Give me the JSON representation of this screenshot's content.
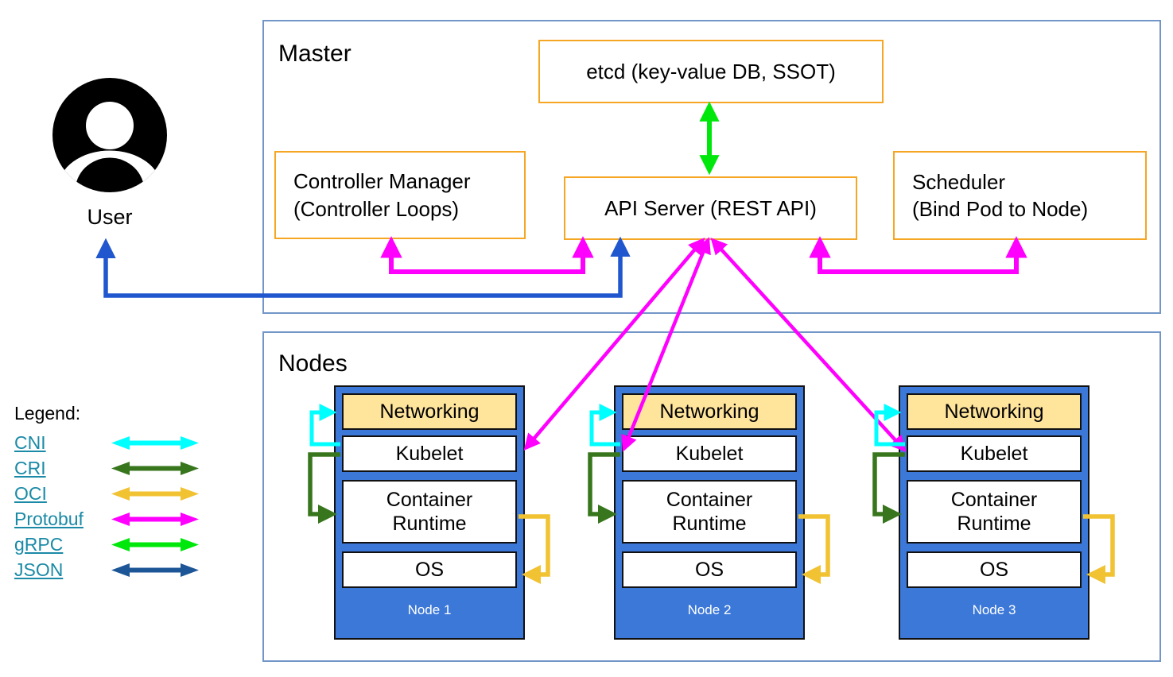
{
  "user": {
    "label": "User"
  },
  "master": {
    "label": "Master",
    "etcd": {
      "label": "etcd (key-value DB, SSOT)"
    },
    "controller_manager": {
      "label": "Controller Manager\n(Controller Loops)"
    },
    "api_server": {
      "label": "API Server (REST API)"
    },
    "scheduler": {
      "label": "Scheduler\n(Bind Pod to Node)"
    }
  },
  "nodes_section": {
    "label": "Nodes",
    "items": [
      {
        "name": "Node 1",
        "layers": {
          "networking": "Networking",
          "kubelet": "Kubelet",
          "runtime": "Container\nRuntime",
          "os": "OS"
        }
      },
      {
        "name": "Node 2",
        "layers": {
          "networking": "Networking",
          "kubelet": "Kubelet",
          "runtime": "Container\nRuntime",
          "os": "OS"
        }
      },
      {
        "name": "Node 3",
        "layers": {
          "networking": "Networking",
          "kubelet": "Kubelet",
          "runtime": "Container\nRuntime",
          "os": "OS"
        }
      }
    ]
  },
  "legend": {
    "title": "Legend:",
    "items": [
      {
        "label": "CNI",
        "color": "#00FFFF"
      },
      {
        "label": "CRI",
        "color": "#38761D"
      },
      {
        "label": "OCI",
        "color": "#F1C232"
      },
      {
        "label": "Protobuf",
        "color": "#FF00FF"
      },
      {
        "label": "gRPC",
        "color": "#00E80B"
      },
      {
        "label": "JSON",
        "color": "#1D5697"
      }
    ]
  },
  "palette": {
    "section_border": "#7396C8",
    "component_border": "#F5A623",
    "node_fill": "#3C78D8",
    "networking_fill": "#FFE49C",
    "user_arrow": "#2057CE",
    "legend_link": "#1A8AA6"
  },
  "user_arrow_color": "#2057CE"
}
